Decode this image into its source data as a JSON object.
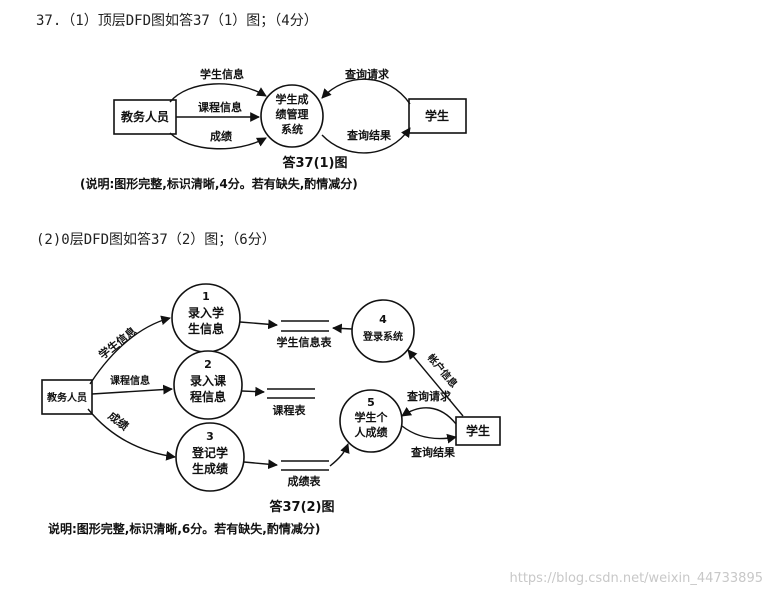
{
  "headings": {
    "q1": "37.（1）顶层DFD图如答37（1）图；（4分）",
    "q2": "(2)0层DFD图如答37（2）图；（6分）"
  },
  "diagram1": {
    "entity_left": "教务人员",
    "entity_right": "学生",
    "process": [
      "学生成",
      "绩管理",
      "系统"
    ],
    "flows": {
      "student_info": "学生信息",
      "course_info": "课程信息",
      "grades": "成绩",
      "query_request": "查询请求",
      "query_result": "查询结果"
    },
    "caption": "答37(1)图",
    "note": "(说明:图形完整,标识清晰,4分。若有缺失,酌情减分)"
  },
  "diagram2": {
    "entity_left": "教务人员",
    "entity_right": "学生",
    "processes": [
      {
        "num": "1",
        "lines": [
          "录入学",
          "生信息"
        ]
      },
      {
        "num": "2",
        "lines": [
          "录入课",
          "程信息"
        ]
      },
      {
        "num": "3",
        "lines": [
          "登记学",
          "生成绩"
        ]
      },
      {
        "num": "4",
        "lines": [
          "登录系统"
        ]
      },
      {
        "num": "5",
        "lines": [
          "学生个",
          "人成绩"
        ]
      }
    ],
    "stores": [
      "学生信息表",
      "课程表",
      "成绩表"
    ],
    "flows": {
      "student_info": "学生信息",
      "course_info": "课程信息",
      "grades": "成绩",
      "account_info": "帐户信息",
      "query_request": "查询请求",
      "query_result": "查询结果"
    },
    "caption": "答37(2)图",
    "note": "说明:图形完整,标识清晰,6分。若有缺失,酌情减分)"
  },
  "watermark": "https://blog.csdn.net/weixin_44733895"
}
